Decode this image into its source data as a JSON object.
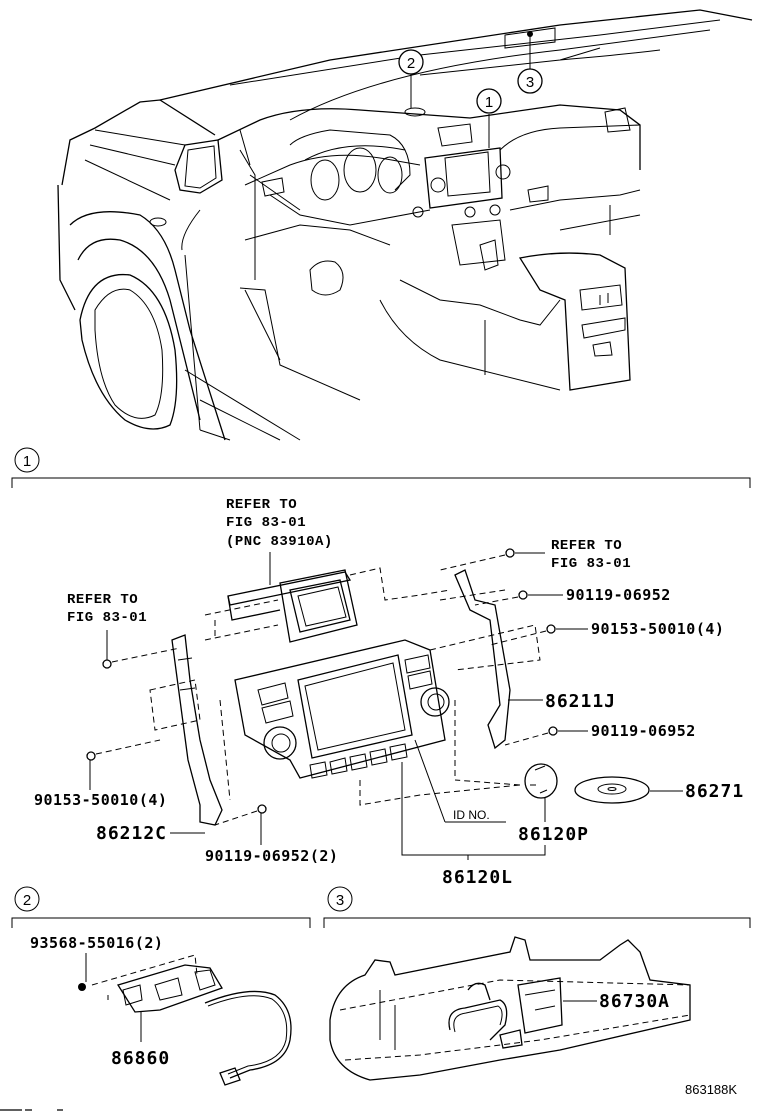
{
  "diagram": {
    "figure_code": "863188K",
    "overview": {
      "callouts": [
        {
          "num": "1",
          "target": "center-dash-audio-unit"
        },
        {
          "num": "2",
          "target": "roof-front-module"
        },
        {
          "num": "3",
          "target": "overhead-console"
        }
      ]
    },
    "section1": {
      "marker": "1",
      "refer_top": {
        "line1": "REFER TO",
        "line2": "FIG 83-01",
        "line3": "(PNC 83910A)"
      },
      "refer_left": {
        "line1": "REFER TO",
        "line2": "FIG 83-01"
      },
      "refer_right": {
        "line1": "REFER TO",
        "line2": "FIG 83-01"
      },
      "parts": {
        "screw_right_top": "90119-06952",
        "screw_right_mid": "90153-50010(4)",
        "bracket_right": "86211J",
        "screw_right_low": "90119-06952",
        "screw_left": "90153-50010(4)",
        "bracket_left": "86212C",
        "screw_bottom": "90119-06952(2)",
        "id_label": "ID NO.",
        "knob": "86120P",
        "disc": "86271",
        "head_unit": "86120L"
      }
    },
    "section2": {
      "marker": "2",
      "parts": {
        "screw": "93568-55016(2)",
        "module": "86860"
      }
    },
    "section3": {
      "marker": "3",
      "parts": {
        "module": "86730A"
      }
    }
  }
}
